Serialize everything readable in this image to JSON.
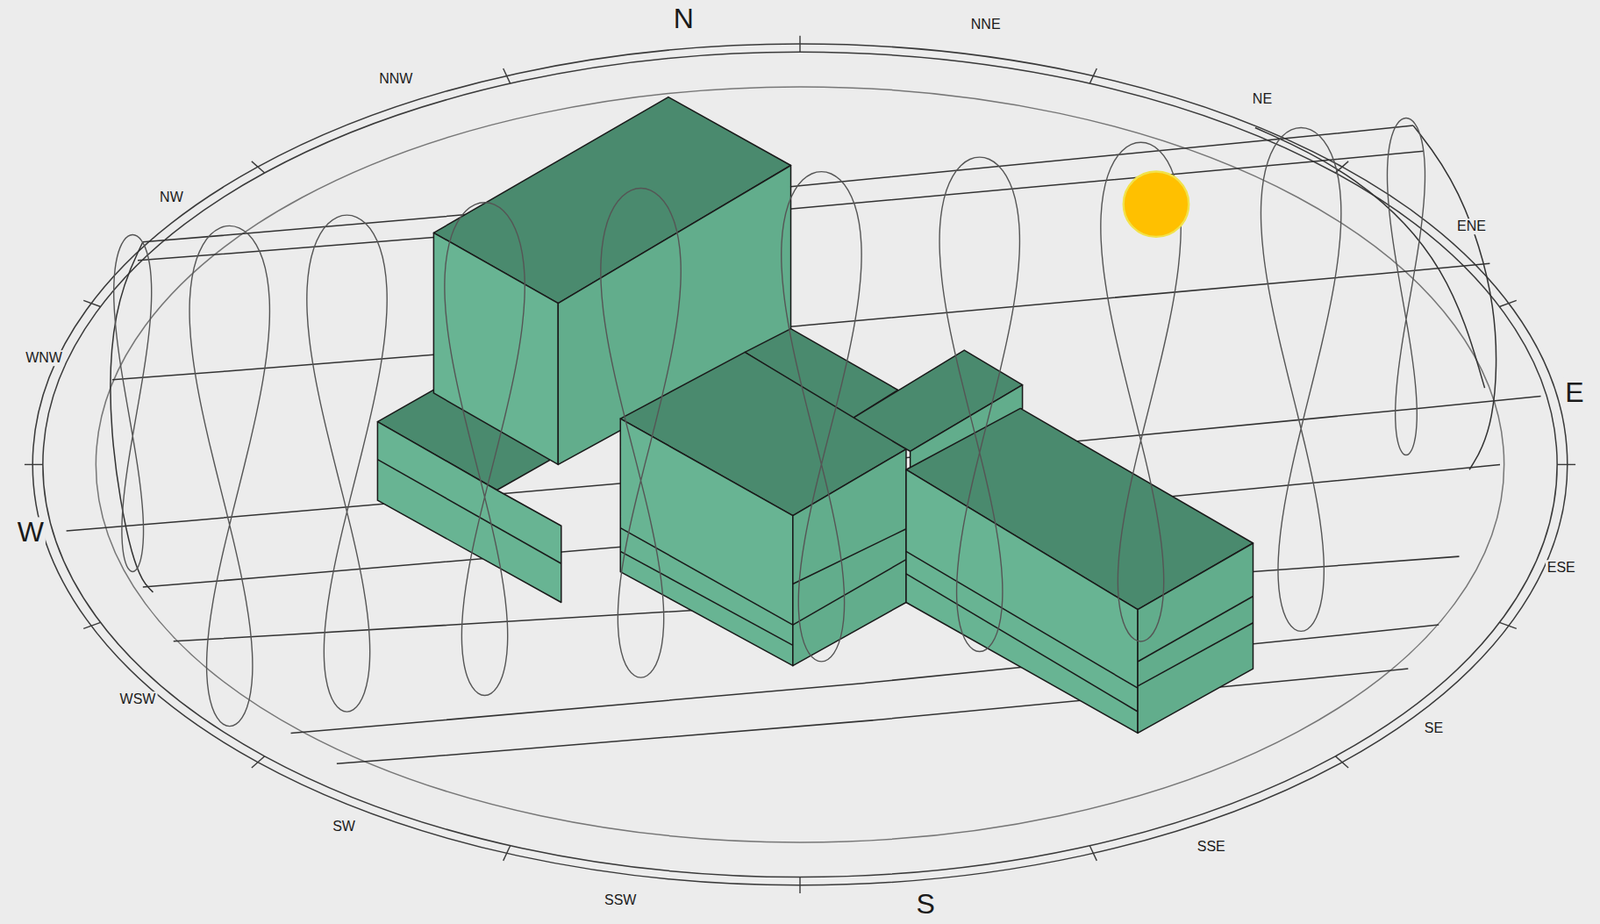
{
  "diagram": {
    "labels": [
      "N",
      "NNE",
      "NE",
      "ENE",
      "E",
      "ESE",
      "SE",
      "SSE",
      "S",
      "SSW",
      "SW",
      "WSW",
      "W",
      "WNW",
      "NW",
      "NNW"
    ]
  }
}
